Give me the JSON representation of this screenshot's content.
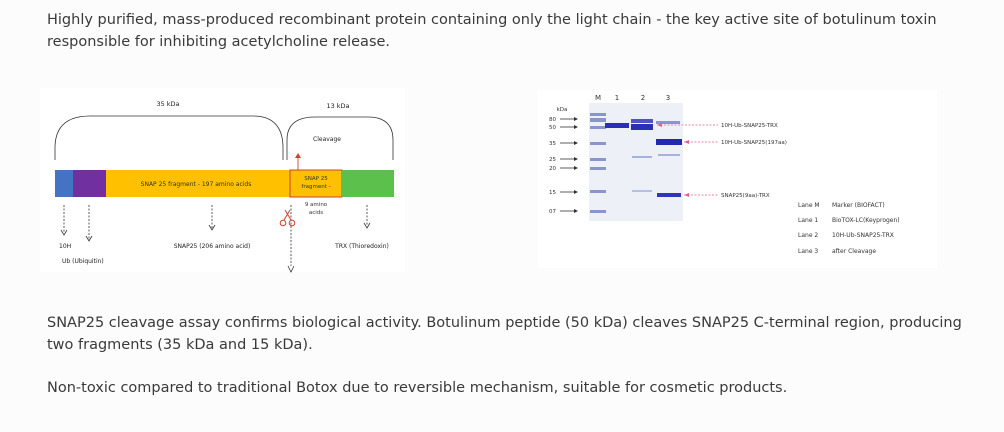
{
  "intro_text": "Highly purified, mass-produced recombinant protein containing only the light chain - the key active site of botulinum toxin responsible for inhibiting acetylcholine release.",
  "construct_diagram": {
    "label_35kda": "35 kDa",
    "label_13kda": "13 kDa",
    "cleavage_label": "Cleavage",
    "segments": {
      "fragment_label": "SNAP 25 fragment - 197 amino acids",
      "snap_box_line1": "SNAP 25",
      "snap_box_line2": "fragment -",
      "snap_box_line3": "9 amino",
      "snap_box_line4": "acids"
    },
    "bottom_labels": {
      "his": "10H",
      "ub": "Ub (Ubiquitin)",
      "snap25": "SNAP25 (206 amino acid)",
      "trx": "TRX (Thioredoxin)"
    },
    "colors": {
      "his_tag": "#4472c4",
      "ubiquitin": "#7030a0",
      "snap25": "#ffc000",
      "trx": "#5cc04c",
      "cleavage_arrow": "#d04030"
    }
  },
  "gel": {
    "kda_label": "kDa",
    "lane_headers": [
      "M",
      "1",
      "2",
      "3"
    ],
    "marker_sizes": [
      "80",
      "50",
      "35",
      "25",
      "20",
      "15",
      "07"
    ],
    "band_labels": [
      "10H-Ub-SNAP25-TRX",
      "10H-Ub-SNAP25(197aa)",
      "SNAP25(9aa)-TRX"
    ],
    "legend": [
      {
        "lane": "Lane M",
        "desc": "Marker (BIOFACT)"
      },
      {
        "lane": "Lane 1",
        "desc": "BioTOX-LC(Keyprogen)"
      },
      {
        "lane": "Lane 2",
        "desc": "10H-Ub-SNAP25-TRX"
      },
      {
        "lane": "Lane 3",
        "desc": "after Cleavage"
      }
    ]
  },
  "assay_text": "SNAP25 cleavage assay confirms biological activity. Botulinum peptide (50 kDa) cleaves SNAP25 C-terminal region, producing two fragments (35 kDa and 15 kDa).",
  "safety_text": "Non-toxic compared to traditional Botox due to reversible mechanism, suitable for cosmetic products."
}
